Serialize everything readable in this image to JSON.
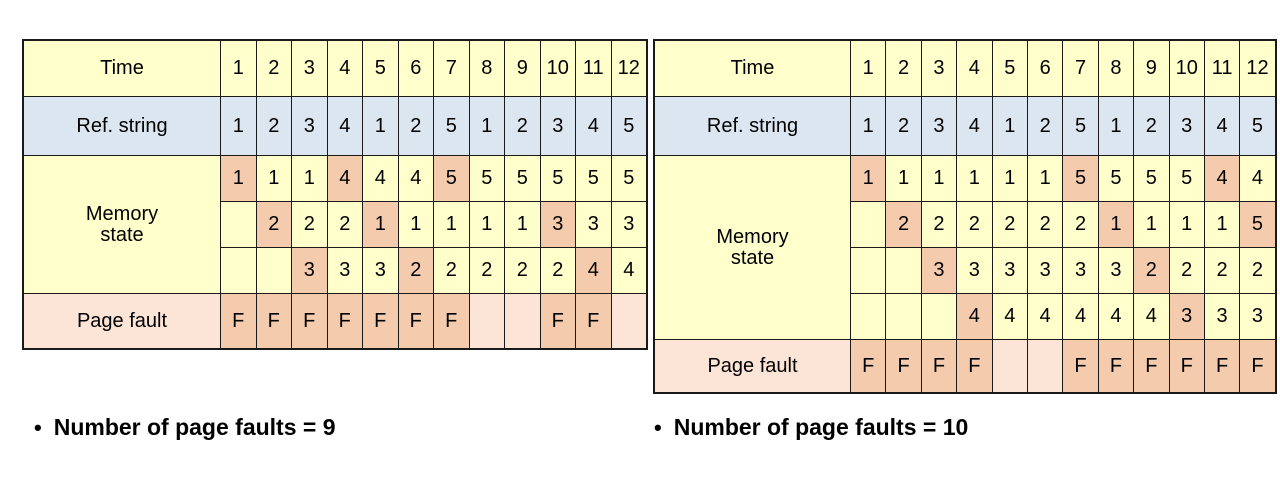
{
  "left_table": {
    "name": "fifo-3-frames",
    "labels": {
      "time": "Time",
      "ref_string": "Ref. string",
      "memory_state": "Memory\nstate",
      "page_fault": "Page fault"
    },
    "time": [
      "1",
      "2",
      "3",
      "4",
      "5",
      "6",
      "7",
      "8",
      "9",
      "10",
      "11",
      "12"
    ],
    "ref_string": [
      "1",
      "2",
      "3",
      "4",
      "1",
      "2",
      "5",
      "1",
      "2",
      "3",
      "4",
      "5"
    ],
    "frames": 3,
    "memory_state": [
      {
        "values": [
          "1",
          "1",
          "1",
          "4",
          "4",
          "4",
          "5",
          "5",
          "5",
          "5",
          "5",
          "5"
        ],
        "highlight": [
          true,
          false,
          false,
          true,
          false,
          false,
          true,
          false,
          false,
          false,
          false,
          false
        ]
      },
      {
        "values": [
          "",
          "2",
          "2",
          "2",
          "1",
          "1",
          "1",
          "1",
          "1",
          "3",
          "3",
          "3"
        ],
        "highlight": [
          false,
          true,
          false,
          false,
          true,
          false,
          false,
          false,
          false,
          true,
          false,
          false
        ]
      },
      {
        "values": [
          "",
          "",
          "3",
          "3",
          "3",
          "2",
          "2",
          "2",
          "2",
          "2",
          "4",
          "4"
        ],
        "highlight": [
          false,
          false,
          true,
          false,
          false,
          true,
          false,
          false,
          false,
          false,
          true,
          false
        ]
      }
    ],
    "page_fault": [
      "F",
      "F",
      "F",
      "F",
      "F",
      "F",
      "F",
      "",
      "",
      "F",
      "F",
      ""
    ],
    "fault_count": 9
  },
  "right_table": {
    "name": "fifo-4-frames",
    "labels": {
      "time": "Time",
      "ref_string": "Ref. string",
      "memory_state": "Memory\nstate",
      "page_fault": "Page fault"
    },
    "time": [
      "1",
      "2",
      "3",
      "4",
      "5",
      "6",
      "7",
      "8",
      "9",
      "10",
      "11",
      "12"
    ],
    "ref_string": [
      "1",
      "2",
      "3",
      "4",
      "1",
      "2",
      "5",
      "1",
      "2",
      "3",
      "4",
      "5"
    ],
    "frames": 4,
    "memory_state": [
      {
        "values": [
          "1",
          "1",
          "1",
          "1",
          "1",
          "1",
          "5",
          "5",
          "5",
          "5",
          "4",
          "4"
        ],
        "highlight": [
          true,
          false,
          false,
          false,
          false,
          false,
          true,
          false,
          false,
          false,
          true,
          false
        ]
      },
      {
        "values": [
          "",
          "2",
          "2",
          "2",
          "2",
          "2",
          "2",
          "1",
          "1",
          "1",
          "1",
          "5"
        ],
        "highlight": [
          false,
          true,
          false,
          false,
          false,
          false,
          false,
          true,
          false,
          false,
          false,
          true
        ]
      },
      {
        "values": [
          "",
          "",
          "3",
          "3",
          "3",
          "3",
          "3",
          "3",
          "2",
          "2",
          "2",
          "2"
        ],
        "highlight": [
          false,
          false,
          true,
          false,
          false,
          false,
          false,
          false,
          true,
          false,
          false,
          false
        ]
      },
      {
        "values": [
          "",
          "",
          "",
          "4",
          "4",
          "4",
          "4",
          "4",
          "4",
          "3",
          "3",
          "3"
        ],
        "highlight": [
          false,
          false,
          false,
          true,
          false,
          false,
          false,
          false,
          false,
          true,
          false,
          false
        ]
      }
    ],
    "page_fault": [
      "F",
      "F",
      "F",
      "F",
      "",
      "",
      "F",
      "F",
      "F",
      "F",
      "F",
      "F"
    ],
    "fault_count": 10
  },
  "bullets": {
    "marker": "•",
    "left_text": "Number of page faults = 9",
    "right_text": "Number of page faults = 10"
  },
  "colors": {
    "yellow": "#ffffcc",
    "blue": "#dce6f1",
    "peach": "#f5cbad",
    "pale_peach": "#fce4d6",
    "border": "#1a1a1a",
    "text": "#000000"
  }
}
